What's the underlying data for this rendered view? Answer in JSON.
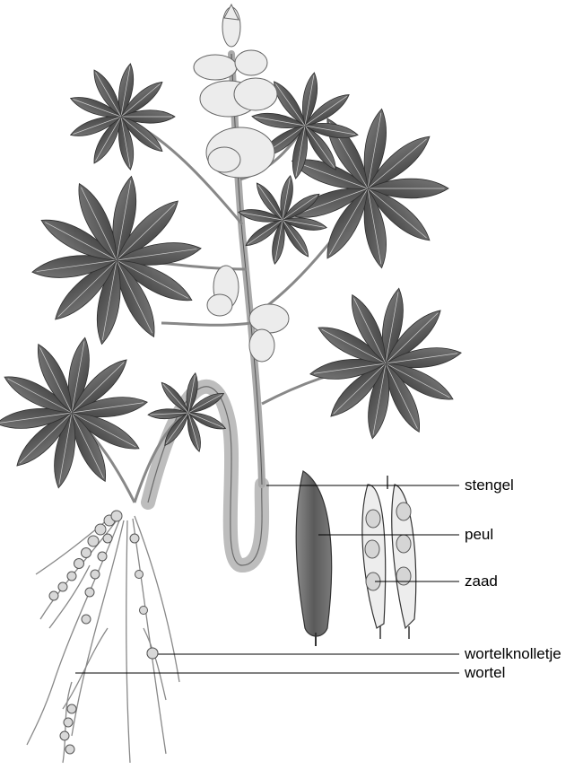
{
  "labels": {
    "stengel": "stengel",
    "peul": "peul",
    "zaad": "zaad",
    "wortelknolletje": "wortelknolletje",
    "wortel": "wortel"
  },
  "colors": {
    "leaf_dark": "#555555",
    "leaf_mid": "#8a8a8a",
    "flower": "#e6e6e6",
    "stem": "#bdbdbd",
    "pod": "#6a6a6a",
    "root": "#888888",
    "leader_line": "#000000"
  }
}
